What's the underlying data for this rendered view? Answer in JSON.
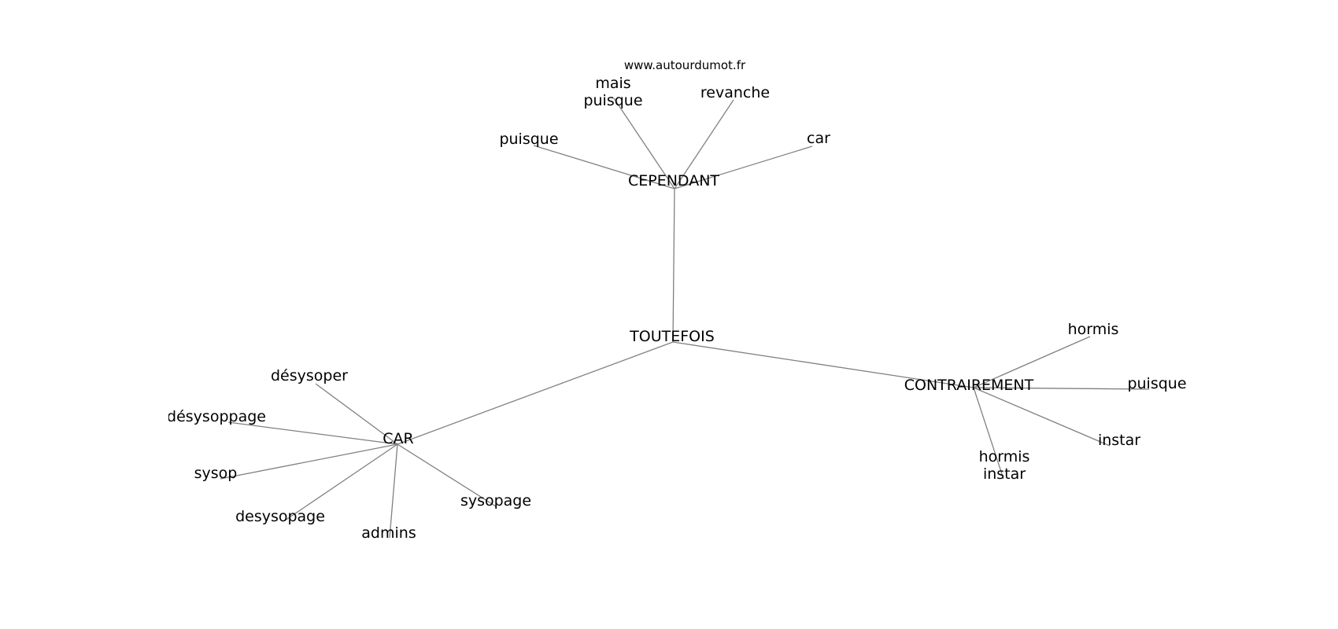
{
  "source": "www.autourdumot.fr",
  "colors": {
    "edge": "#808080",
    "text": "#000000",
    "background": "#ffffff"
  },
  "nodes": [
    {
      "id": "toutefois",
      "label": "TOUTEFOIS"
    },
    {
      "id": "cependant",
      "label": "CEPENDANT"
    },
    {
      "id": "car_hub",
      "label": "CAR"
    },
    {
      "id": "contrairement",
      "label": "CONTRAIREMENT"
    },
    {
      "id": "mais_puisque",
      "label": "mais\npuisque"
    },
    {
      "id": "revanche",
      "label": "revanche"
    },
    {
      "id": "puisque_1",
      "label": "puisque"
    },
    {
      "id": "car",
      "label": "car"
    },
    {
      "id": "desysoper",
      "label": "désysoper"
    },
    {
      "id": "desysoppage",
      "label": "désysoppage"
    },
    {
      "id": "sysop",
      "label": "sysop"
    },
    {
      "id": "desysopage",
      "label": "desysopage"
    },
    {
      "id": "admins",
      "label": "admins"
    },
    {
      "id": "sysopage",
      "label": "sysopage"
    },
    {
      "id": "hormis",
      "label": "hormis"
    },
    {
      "id": "puisque_2",
      "label": "puisque"
    },
    {
      "id": "instar",
      "label": "instar"
    },
    {
      "id": "hormis_instar",
      "label": "hormis\ninstar"
    }
  ],
  "edges": [
    [
      "toutefois",
      "cependant"
    ],
    [
      "toutefois",
      "car_hub"
    ],
    [
      "toutefois",
      "contrairement"
    ],
    [
      "cependant",
      "mais_puisque"
    ],
    [
      "cependant",
      "revanche"
    ],
    [
      "cependant",
      "puisque_1"
    ],
    [
      "cependant",
      "car"
    ],
    [
      "car_hub",
      "desysoper"
    ],
    [
      "car_hub",
      "desysoppage"
    ],
    [
      "car_hub",
      "sysop"
    ],
    [
      "car_hub",
      "desysopage"
    ],
    [
      "car_hub",
      "admins"
    ],
    [
      "car_hub",
      "sysopage"
    ],
    [
      "contrairement",
      "hormis"
    ],
    [
      "contrairement",
      "puisque_2"
    ],
    [
      "contrairement",
      "instar"
    ],
    [
      "contrairement",
      "hormis_instar"
    ]
  ]
}
